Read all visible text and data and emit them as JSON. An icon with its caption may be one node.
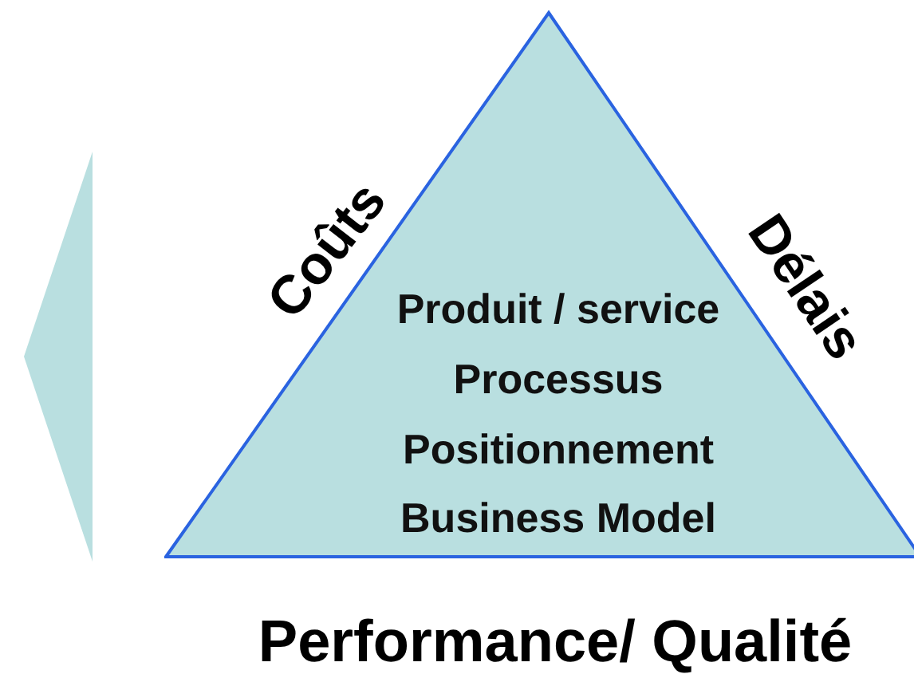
{
  "diagram": {
    "nodes": [
      {
        "text": [],
        "shape": "arrow"
      },
      {
        "text": [
          "Produit / service",
          "Processus",
          "Positionnement",
          "Business Model"
        ],
        "beside": [
          "Coûts",
          "Délais",
          "Performance/ Qualité"
        ]
      }
    ]
  }
}
